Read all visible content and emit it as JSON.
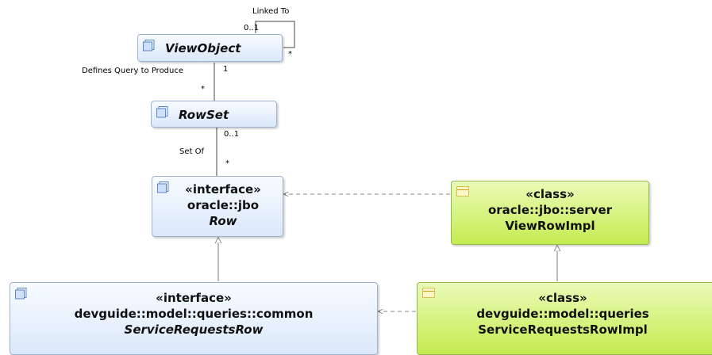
{
  "nodes": {
    "view_object": {
      "name": "ViewObject"
    },
    "row_set": {
      "name": "RowSet"
    },
    "row": {
      "stereotype": "«interface»",
      "package": "oracle::jbo",
      "name": "Row"
    },
    "view_row_impl": {
      "stereotype": "«class»",
      "package": "oracle::jbo::server",
      "name": "ViewRowImpl"
    },
    "service_requests_row": {
      "stereotype": "«interface»",
      "package": "devguide::model::queries::common",
      "name": "ServiceRequestsRow"
    },
    "service_requests_row_impl": {
      "stereotype": "«class»",
      "package": "devguide::model::queries",
      "name": "ServiceRequestsRowImpl"
    }
  },
  "edges": {
    "linked_to": {
      "label": "Linked To",
      "mult_source": "0..1",
      "mult_target": "*"
    },
    "defines_query": {
      "label": "Defines Query to Produce",
      "mult_source": "1",
      "mult_target": "*"
    },
    "set_of": {
      "label": "Set Of",
      "mult_source": "0..1",
      "mult_target": "*"
    }
  },
  "colors": {
    "interface_fill": "#dbe8fa",
    "class_fill": "#c5eb50",
    "edge": "#555555"
  }
}
